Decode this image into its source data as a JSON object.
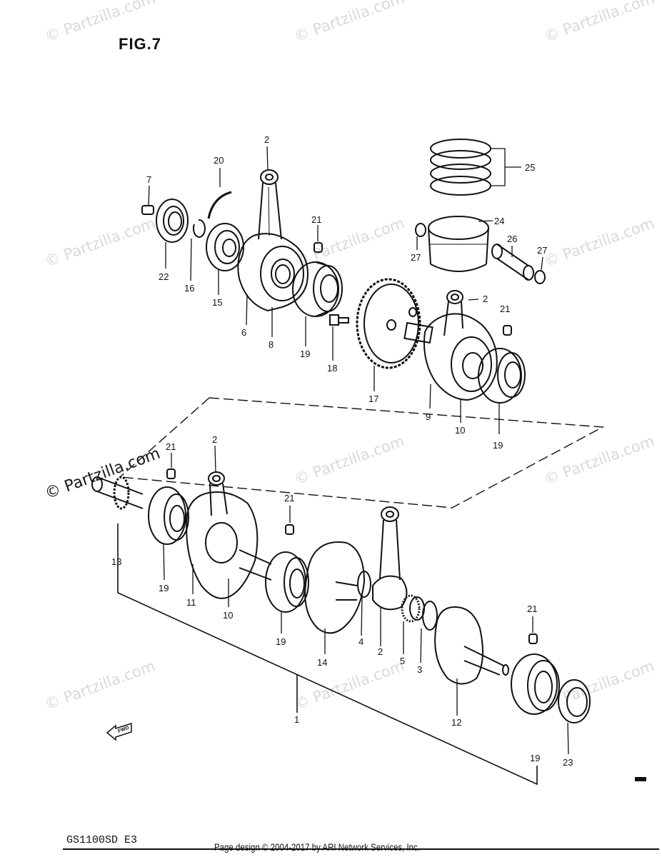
{
  "figure": {
    "title": "FIG.7",
    "model": "GS1100SD  E3"
  },
  "footer": {
    "text": "Page design © 2004-2017 by ARI Network Services, Inc."
  },
  "watermark": {
    "text": "© Partzilla.com",
    "color": "#d9d9d9"
  },
  "fwd_label": "FWD",
  "callouts": [
    "1",
    "2",
    "3",
    "4",
    "5",
    "6",
    "7",
    "8",
    "9",
    "10",
    "11",
    "12",
    "13",
    "14",
    "15",
    "16",
    "17",
    "18",
    "19",
    "20",
    "21",
    "22",
    "23",
    "24",
    "25",
    "26",
    "27"
  ]
}
